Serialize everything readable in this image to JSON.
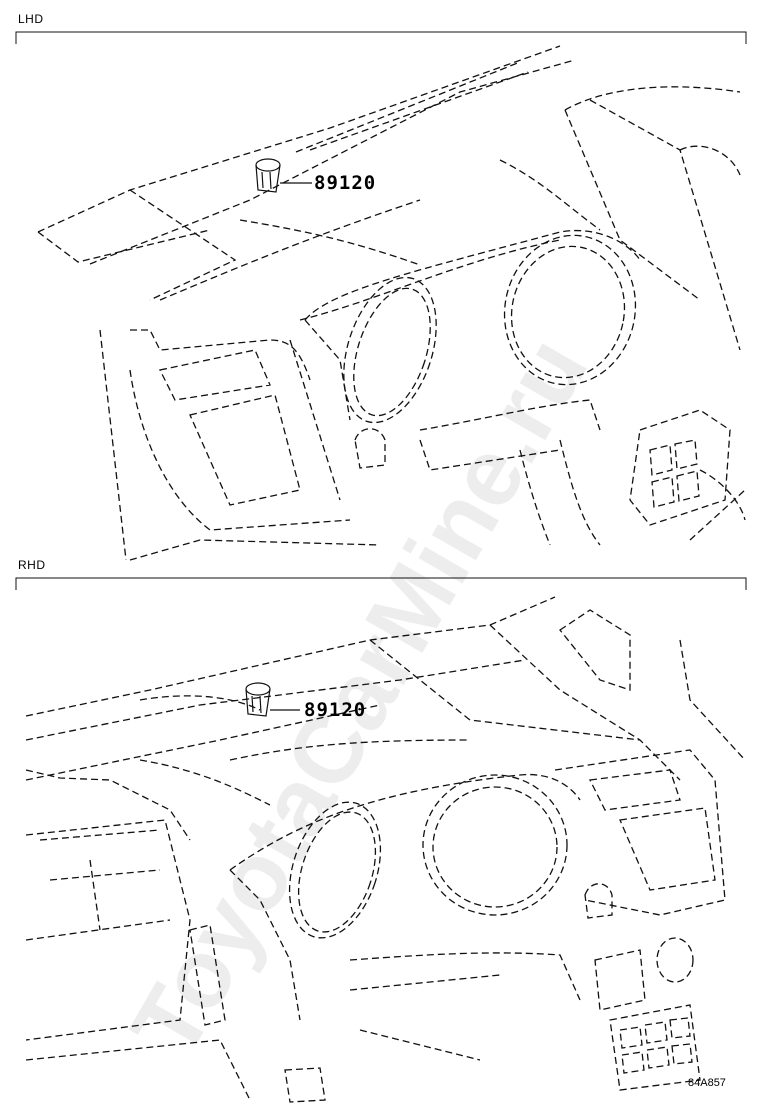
{
  "watermark_text": "ToyotaCarMine.ru",
  "sections": [
    {
      "label": "LHD",
      "part_number": "89120"
    },
    {
      "label": "RHD",
      "part_number": "89120"
    }
  ],
  "figure_code": "84A857"
}
